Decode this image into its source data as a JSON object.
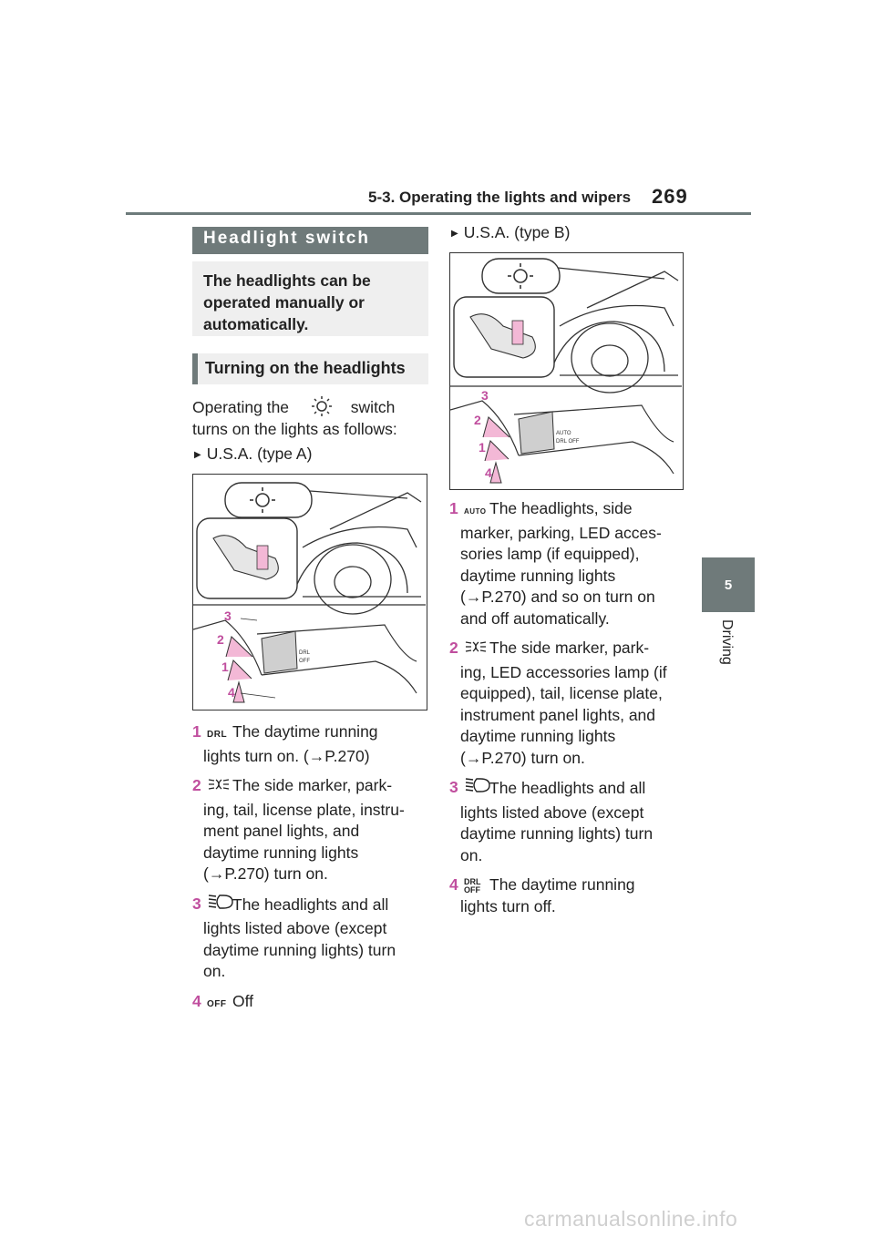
{
  "header": {
    "section": "5-3. Operating the lights and wipers",
    "page": "269"
  },
  "side_tab": {
    "number": "5",
    "label": "Driving"
  },
  "heading": "Headlight switch",
  "intro": "The headlights can be operated manually or automatically.",
  "subheading": "Turning on the headlights",
  "instruction": {
    "before": "Operating the",
    "after": "switch",
    "line2": "turns on the lights as follows:"
  },
  "variant_a": {
    "title": "U.S.A. (type A)",
    "items": [
      {
        "num": "1",
        "symbol": "DRL",
        "lines": [
          "The daytime running",
          "lights turn on. (→P.270)"
        ]
      },
      {
        "num": "2",
        "symbol": "",
        "lines": [
          "The side marker, park-",
          "ing, tail, license plate, instru-",
          "ment panel lights, and",
          "daytime running lights",
          "(→P.270) turn on."
        ]
      },
      {
        "num": "3",
        "symbol": "",
        "lines": [
          "The headlights and all",
          "lights listed above (except",
          "daytime running lights) turn",
          "on."
        ]
      },
      {
        "num": "4",
        "symbol": "OFF",
        "lines": [
          "Off"
        ]
      }
    ]
  },
  "variant_b": {
    "title": "U.S.A. (type B)",
    "items": [
      {
        "num": "1",
        "symbol": "AUTO",
        "lines": [
          "The headlights, side",
          "marker, parking, LED acces-",
          "sories lamp (if equipped),",
          "daytime running lights",
          "(→P.270) and so on turn on",
          "and off automatically."
        ]
      },
      {
        "num": "2",
        "symbol": "",
        "lines": [
          "The side marker, park-",
          "ing, LED accessories lamp (if",
          "equipped), tail, license plate,",
          "instrument panel lights, and",
          "daytime running lights",
          "(→P.270) turn on."
        ]
      },
      {
        "num": "3",
        "symbol": "",
        "lines": [
          "The headlights and all",
          "lights listed above (except",
          "daytime running lights) turn",
          "on."
        ]
      },
      {
        "num": "4",
        "symbol": "DRL OFF",
        "lines": [
          "The daytime running",
          "lights turn off."
        ]
      }
    ]
  },
  "figure_a_labels": {
    "n1": "1",
    "n2": "2",
    "n3": "3",
    "n4": "4",
    "s1": "DRL",
    "s2": "OFF"
  },
  "figure_b_labels": {
    "n1": "1",
    "n2": "2",
    "n3": "3",
    "n4": "4",
    "s1": "AUTO",
    "s2": "DRL OFF"
  },
  "watermark": "carmanualsonline.info",
  "colors": {
    "accent_gray": "#6f7a7a",
    "number_pink": "#c04e9e",
    "arrow_pink": "#f3b8d6"
  }
}
